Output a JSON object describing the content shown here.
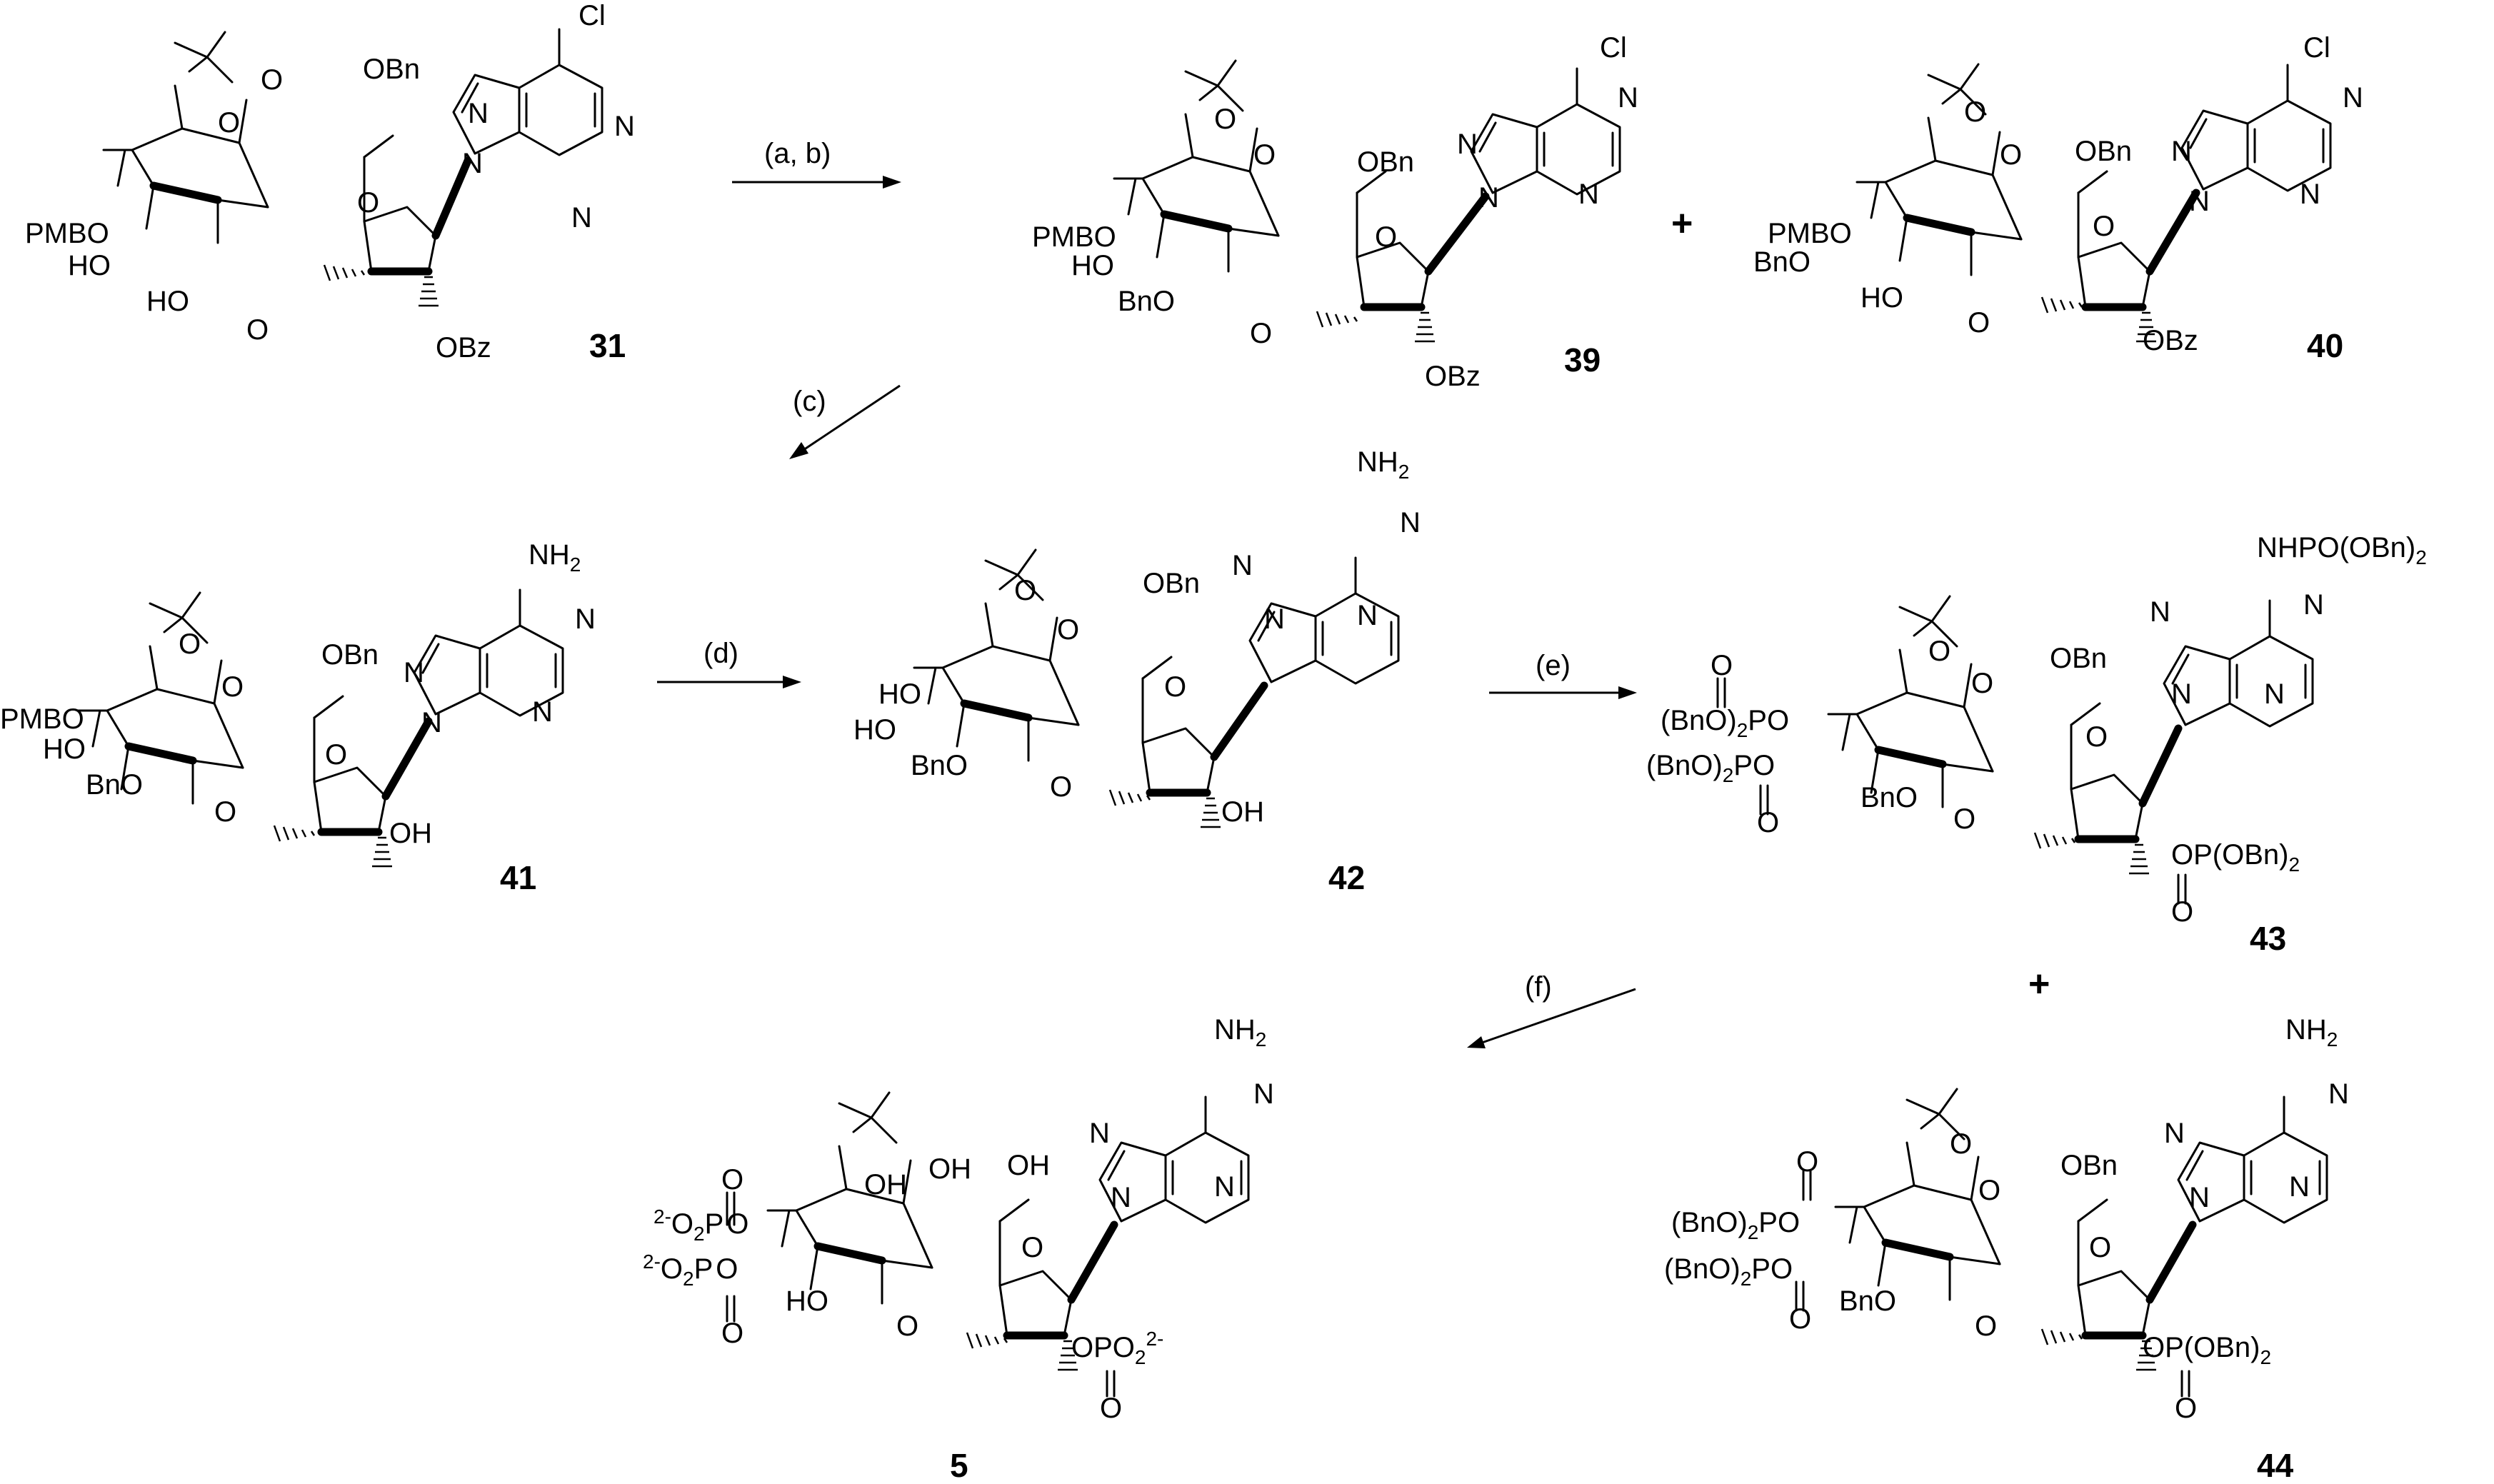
{
  "title": "",
  "scheme": {
    "steps": [
      {
        "id": "a",
        "label": "(a, b)"
      },
      {
        "id": "c",
        "label": "(c)"
      },
      {
        "id": "d",
        "label": "(d)"
      },
      {
        "id": "e",
        "label": "(e)"
      },
      {
        "id": "f",
        "label": "(f)"
      }
    ],
    "plus_sign": "+",
    "compounds": [
      {
        "id": "31",
        "label": "31"
      },
      {
        "id": "39",
        "label": "39"
      },
      {
        "id": "40",
        "label": "40"
      },
      {
        "id": "41",
        "label": "41"
      },
      {
        "id": "42",
        "label": "42"
      },
      {
        "id": "43",
        "label": "43"
      },
      {
        "id": "44",
        "label": "44"
      },
      {
        "id": "5",
        "label": "5"
      }
    ],
    "atom_labels": {
      "cl": "Cl",
      "n": "N",
      "o": "O",
      "obn": "OBn",
      "obz": "OBz",
      "oh": "OH",
      "ho": "HO",
      "pmbo": "PMBO",
      "bno": "BnO",
      "nh2": "NH",
      "nhpo": "NHPO(OBn)",
      "bno2po": "(BnO)",
      "op_obn2": "OP(OBn)",
      "o2p_dianion": "O",
      "opo2": "OPO",
      "po": "PO",
      "p": "P",
      "sub2": "2",
      "sub2minus": "2-"
    }
  }
}
